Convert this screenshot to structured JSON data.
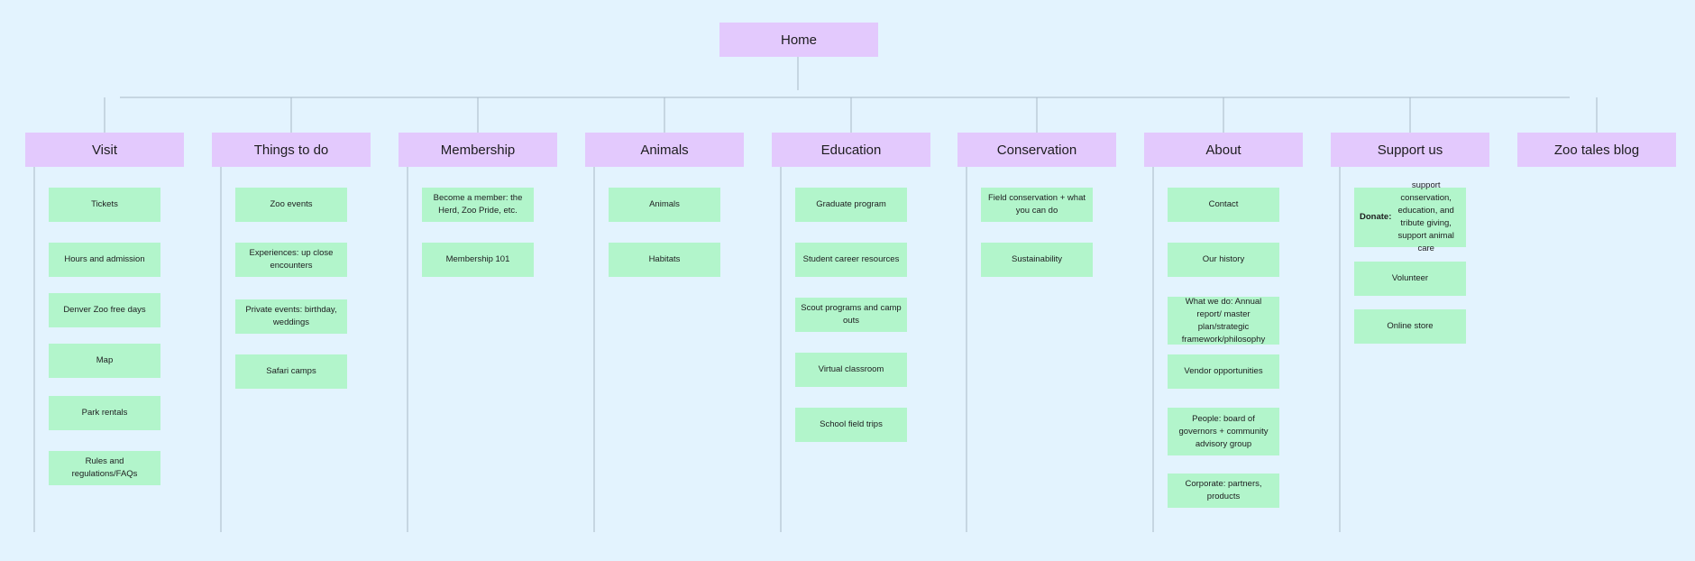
{
  "root": {
    "label": "Home"
  },
  "categories": [
    {
      "label": "Visit",
      "items": [
        "Tickets",
        "Hours and admission",
        "Denver Zoo free days",
        "Map",
        "Park rentals",
        "Rules and regulations/FAQs"
      ]
    },
    {
      "label": "Things to do",
      "items": [
        "Zoo events",
        "Experiences: up close encounters",
        "Private events: birthday, weddings",
        "Safari camps"
      ]
    },
    {
      "label": "Membership",
      "items": [
        "Become a member: the Herd, Zoo Pride, etc.",
        "Membership 101"
      ]
    },
    {
      "label": "Animals",
      "items": [
        "Animals",
        "Habitats"
      ]
    },
    {
      "label": "Education",
      "items": [
        "Graduate program",
        "Student career resources",
        "Scout programs and camp outs",
        "Virtual classroom",
        "School field trips"
      ]
    },
    {
      "label": "Conservation",
      "items": [
        "Field conservation + what you can do",
        "Sustainability"
      ]
    },
    {
      "label": "About",
      "items": [
        "Contact",
        "Our history",
        "What we do: Annual report/ master plan/strategic framework/philosophy",
        "Vendor opportunities",
        "People: board of governors + community advisory group",
        "Corporate: partners, products"
      ]
    },
    {
      "label": "Support us",
      "items": [
        "Donate: support conservation, education, and tribute giving, support animal care",
        "Volunteer",
        "Online store"
      ]
    },
    {
      "label": "Zoo tales blog",
      "items": []
    }
  ]
}
